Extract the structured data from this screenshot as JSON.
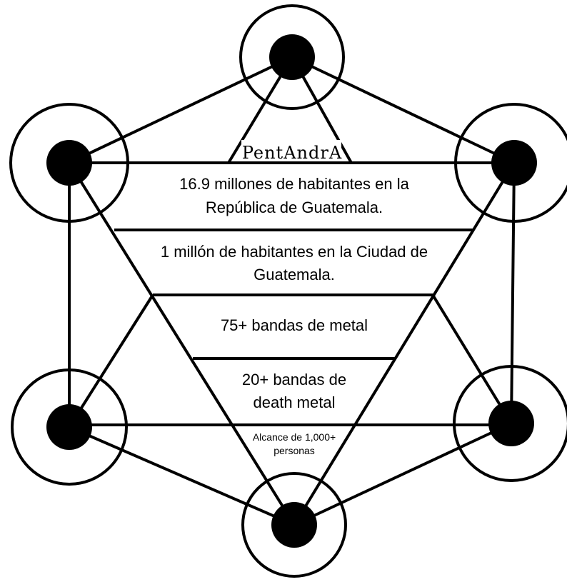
{
  "brand": "PentAndrA",
  "levels": [
    {
      "line1": "16.9 millones de habitantes en la",
      "line2": "República de Guatemala."
    },
    {
      "line1": "1 millón de habitantes en la Ciudad de",
      "line2": "Guatemala."
    },
    {
      "line1": "75+ bandas de metal"
    },
    {
      "line1": "20+ bandas de",
      "line2": "death metal"
    },
    {
      "line1": "Alcance de 1,000+",
      "line2": "personas"
    }
  ],
  "colors": {
    "stroke": "#000000",
    "background": "#ffffff"
  }
}
